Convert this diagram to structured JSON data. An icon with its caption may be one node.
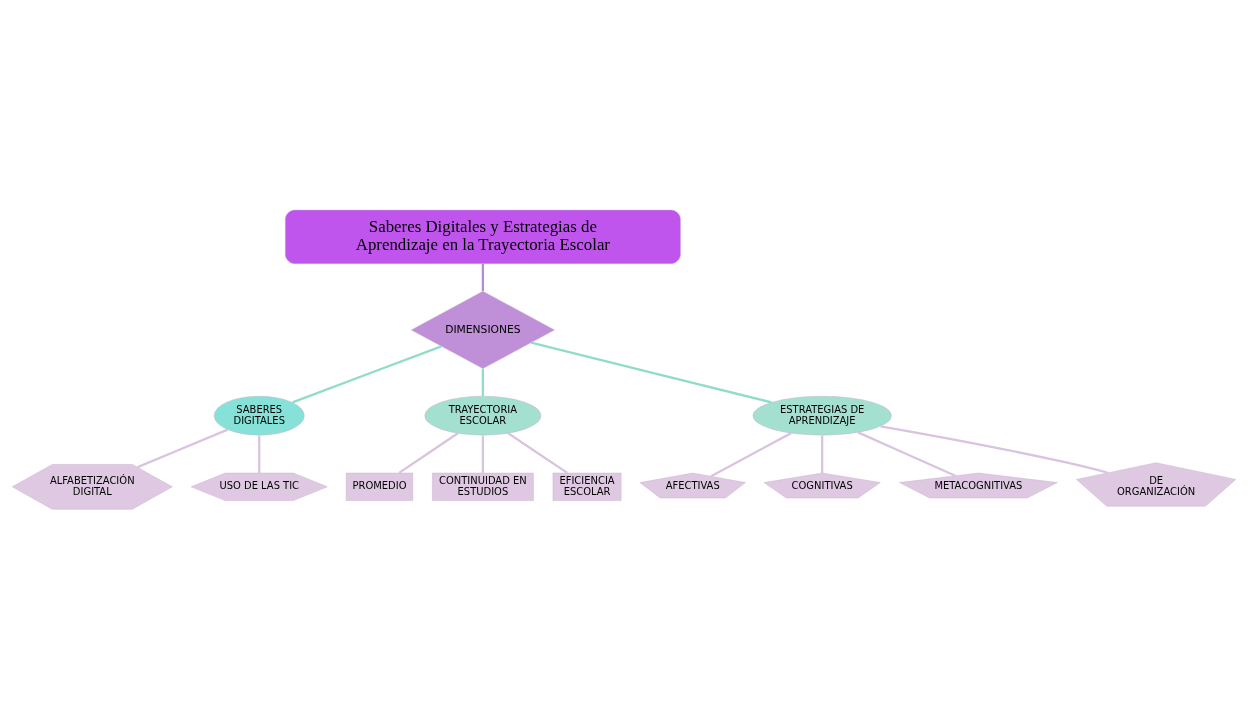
{
  "diagram": {
    "nodes": [
      {
        "text": [
          "Saberes Digitales y Estrategias de Aprendizaje en la Trayectoria Escolar"
        ]
      },
      {
        "text": [
          "DIMENSIONES"
        ]
      },
      {
        "text": [
          "ALFABETIZACIÓN DIGITAL"
        ]
      },
      {
        "text": [
          "SABERES DIGITALES"
        ]
      },
      {
        "text": [
          "USO DE LAS TIC"
        ]
      },
      {
        "text": [
          "TRAYECTORIA ESCOLAR"
        ]
      },
      {
        "text": [
          "PROMEDIO"
        ]
      },
      {
        "text": [
          "CONTINUIDAD EN ESTUDIOS"
        ]
      },
      {
        "text": [
          "EFICIENCIA ESCOLAR"
        ]
      },
      {
        "text": [
          "ESTRATEGIAS DE APRENDIZAJE"
        ]
      },
      {
        "text": [
          "AFECTIVAS"
        ]
      },
      {
        "text": [
          "COGNITIVAS"
        ]
      },
      {
        "text": [
          "METACOGNITIVAS"
        ]
      },
      {
        "text": [
          "DE ORGANIZACIÓN"
        ]
      }
    ],
    "edges": [
      {
        "from": 0,
        "to": 1,
        "arrow": "none",
        "color": "#b58ad6"
      },
      {
        "from": 1,
        "to": 3,
        "arrow": "none",
        "color": "#8fdcc8"
      },
      {
        "from": 1,
        "to": 5,
        "arrow": "none",
        "color": "#8fdcc8"
      },
      {
        "from": 1,
        "to": 9,
        "arrow": "none",
        "color": "#8fdcc8"
      },
      {
        "from": 3,
        "to": 2,
        "arrow": "none"
      },
      {
        "from": 3,
        "to": 4,
        "arrow": "none"
      },
      {
        "from": 5,
        "to": 6,
        "arrow": "none"
      },
      {
        "from": 5,
        "to": 7,
        "arrow": "none"
      },
      {
        "from": 5,
        "to": 8,
        "arrow": "none"
      },
      {
        "from": 9,
        "to": 10,
        "arrow": "none"
      },
      {
        "from": 9,
        "to": 11,
        "arrow": "none"
      },
      {
        "from": 9,
        "to": 12,
        "arrow": "none"
      },
      {
        "from": 9,
        "to": 13,
        "arrow": "none"
      }
    ]
  }
}
